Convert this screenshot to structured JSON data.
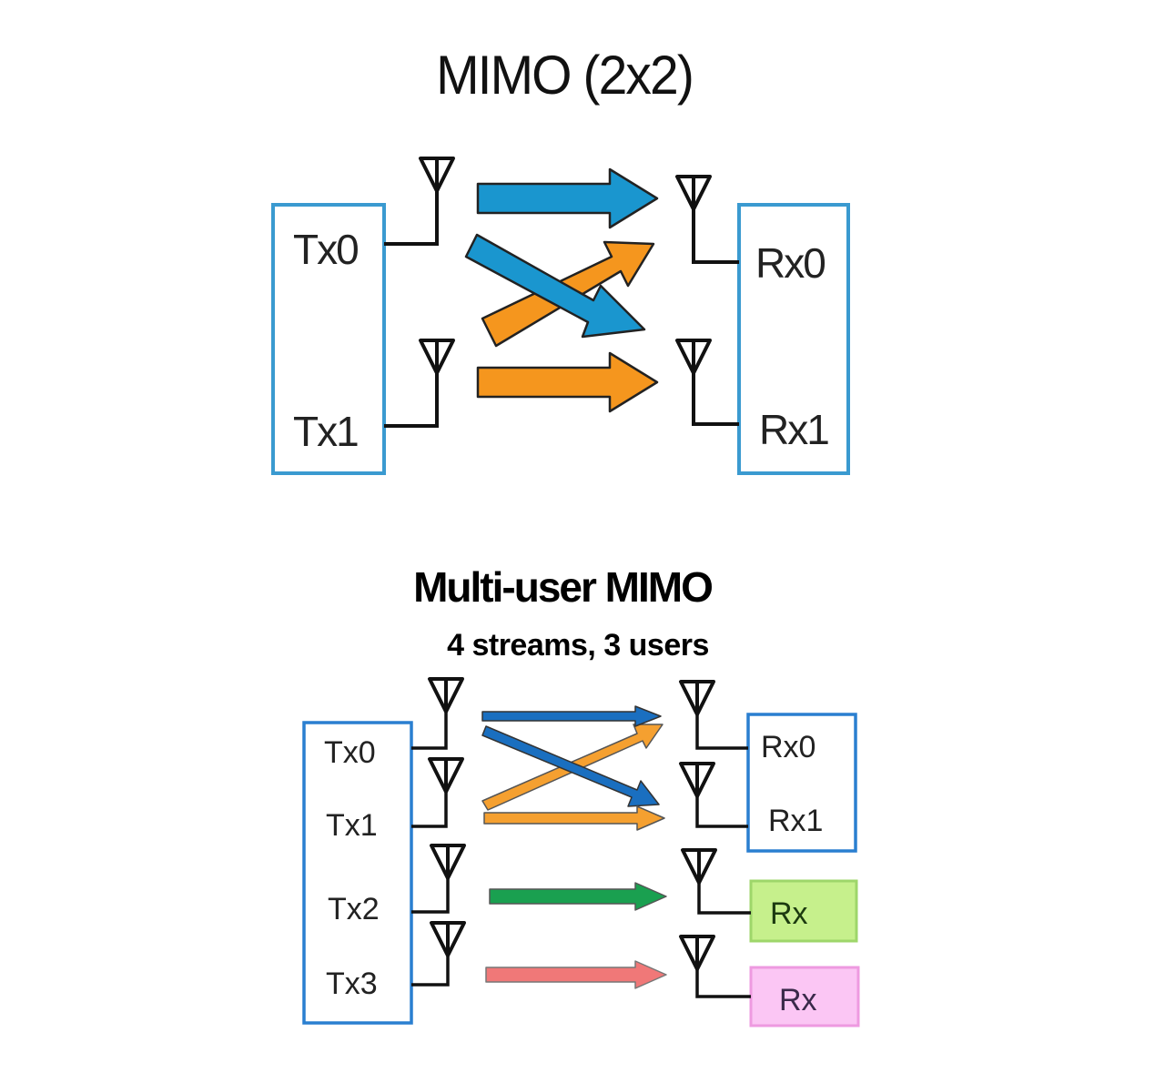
{
  "diagram1": {
    "title": "MIMO (2x2)",
    "tx_labels": [
      "Tx0",
      "Tx1"
    ],
    "rx_labels": [
      "Rx0",
      "Rx1"
    ],
    "box_color": "#3a9ad0",
    "streams": [
      {
        "from": "Tx0",
        "to": "Rx0",
        "color": "#1a96cf"
      },
      {
        "from": "Tx0",
        "to": "Rx1",
        "color": "#1a96cf"
      },
      {
        "from": "Tx1",
        "to": "Rx0",
        "color": "#f5961e"
      },
      {
        "from": "Tx1",
        "to": "Rx1",
        "color": "#f5961e"
      }
    ]
  },
  "diagram2": {
    "title": "Multi-user MIMO",
    "subtitle": "4 streams, 3 users",
    "tx_labels": [
      "Tx0",
      "Tx1",
      "Tx2",
      "Tx3"
    ],
    "rx_labels": [
      "Rx0",
      "Rx1",
      "Rx",
      "Rx"
    ],
    "box_color": "#2a7fd0",
    "rx_user_colors": {
      "user2_fill": "#c6f08c",
      "user2_stroke": "#9ed66a",
      "user3_fill": "#fbc6f4",
      "user3_stroke": "#ee9ae0"
    },
    "streams": [
      {
        "from": "Tx0",
        "to": "Rx0",
        "color": "#1a6fc0"
      },
      {
        "from": "Tx0",
        "to": "Rx1",
        "color": "#1a6fc0"
      },
      {
        "from": "Tx1",
        "to": "Rx0",
        "color": "#f5a030"
      },
      {
        "from": "Tx1",
        "to": "Rx1",
        "color": "#f5a030"
      },
      {
        "from": "Tx2",
        "to": "Rx",
        "color": "#1aa050"
      },
      {
        "from": "Tx3",
        "to": "Rx",
        "color": "#f07878"
      }
    ]
  }
}
